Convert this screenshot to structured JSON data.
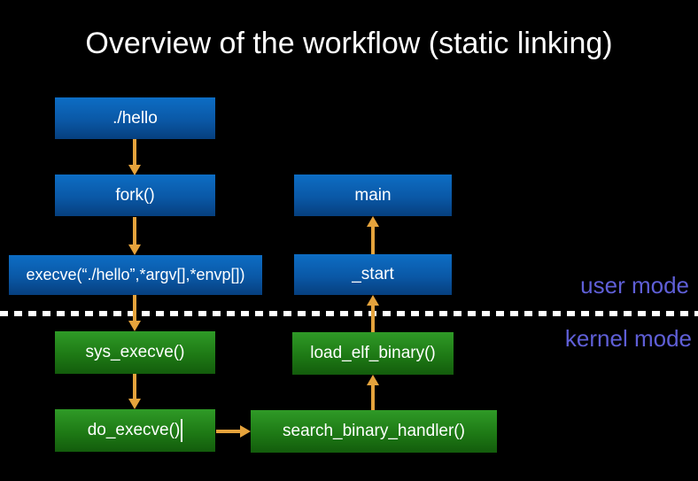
{
  "title": "Overview of the workflow (static linking)",
  "labels": {
    "user_mode": "user mode",
    "kernel_mode": "kernel mode"
  },
  "diagram": {
    "nodes": {
      "hello": "./hello",
      "fork": "fork()",
      "execve": "execve(“./hello”,*argv[],*envp[])",
      "main": "main",
      "start": "_start",
      "sys_execve": "sys_execve()",
      "do_execve": "do_execve()",
      "search_binary_handler": "search_binary_handler()",
      "load_elf_binary": "load_elf_binary()"
    },
    "edges": [
      {
        "from": "hello",
        "to": "fork",
        "direction": "down"
      },
      {
        "from": "fork",
        "to": "execve",
        "direction": "down"
      },
      {
        "from": "execve",
        "to": "sys_execve",
        "direction": "down"
      },
      {
        "from": "sys_execve",
        "to": "do_execve",
        "direction": "down"
      },
      {
        "from": "do_execve",
        "to": "search_binary_handler",
        "direction": "right"
      },
      {
        "from": "search_binary_handler",
        "to": "load_elf_binary",
        "direction": "up"
      },
      {
        "from": "load_elf_binary",
        "to": "start",
        "direction": "up"
      },
      {
        "from": "start",
        "to": "main",
        "direction": "up"
      }
    ],
    "zones": {
      "above_divider": "user mode",
      "below_divider": "kernel mode"
    }
  },
  "colors": {
    "background": "#000000",
    "user_box_top": "#0d6dc4",
    "user_box_bottom": "#063f7e",
    "kernel_box_top": "#2f9a27",
    "kernel_box_bottom": "#135c0c",
    "arrow": "#e5a33c",
    "mode_label": "#5f5fd7",
    "divider": "#ffffff",
    "box_text": "#ffffff",
    "title_text": "#ffffff"
  }
}
